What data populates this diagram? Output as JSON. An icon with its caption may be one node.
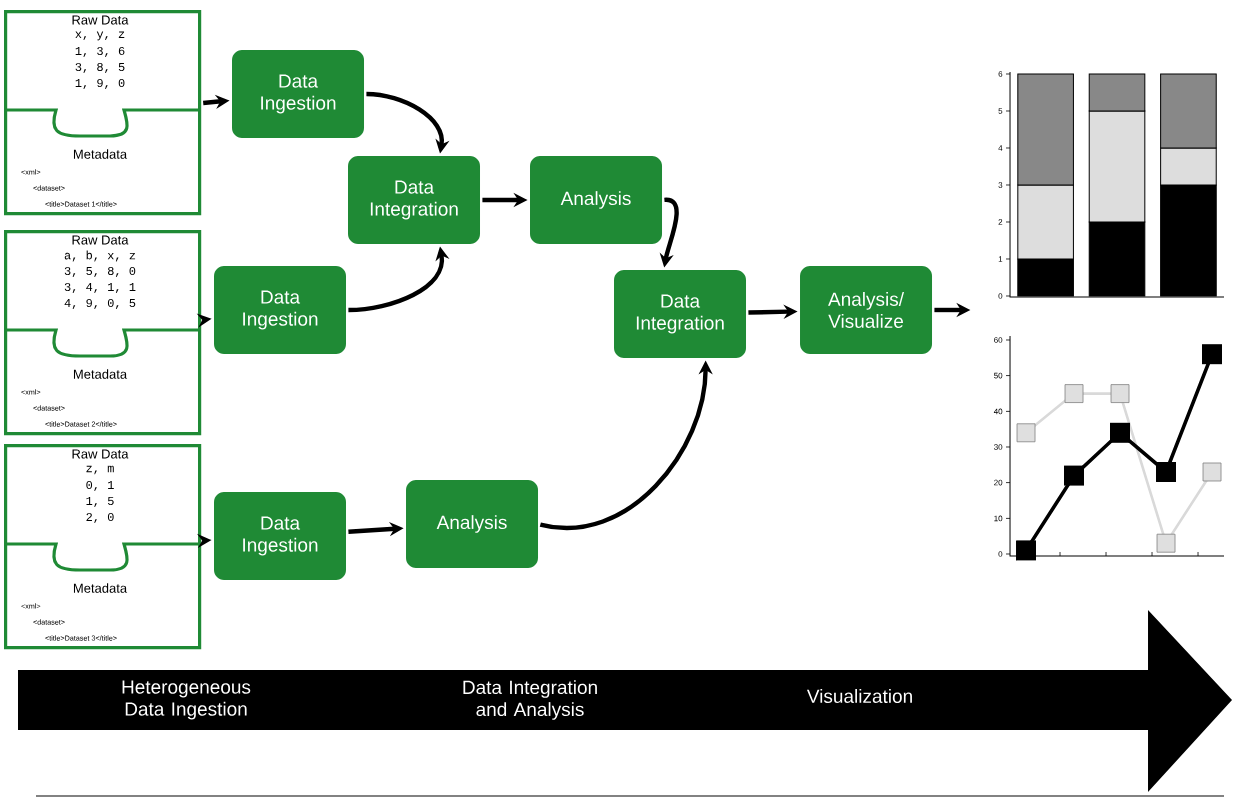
{
  "diagram": {
    "nodes": [
      {
        "text": [
          "Raw Data",
          "x, y, z",
          "1, 3, 6",
          "3, 8, 5",
          "1, 9, 0",
          "Metadata",
          "<xml>",
          "<dataset>",
          "<title>Dataset 1</title>"
        ]
      },
      {
        "text": [
          "Raw Data",
          "a, b, x, z",
          "3, 5, 8, 0",
          "3, 4, 1, 1",
          "4, 9, 0, 5",
          "Metadata",
          "<xml>",
          "<dataset>",
          "<title>Dataset 2</title>"
        ]
      },
      {
        "text": [
          "Raw Data",
          "z, m",
          "0, 1",
          "1, 5",
          "2, 0",
          "Metadata",
          "<xml>",
          "<dataset>",
          "<title>Dataset 3</title>"
        ]
      },
      {
        "text": [
          "Data Ingestion"
        ]
      },
      {
        "text": [
          "Data Integration"
        ]
      },
      {
        "text": [
          "Analysis"
        ]
      },
      {
        "text": [
          "Data Ingestion"
        ]
      },
      {
        "text": [
          "Data Integration"
        ]
      },
      {
        "text": [
          "Analysis/ Visualize"
        ]
      },
      {
        "text": [
          "Data Ingestion"
        ]
      },
      {
        "text": [
          "Analysis"
        ]
      }
    ],
    "edges": [
      {
        "from": 0,
        "to": 3,
        "arrow": "to"
      },
      {
        "from": 1,
        "to": 6,
        "arrow": "to"
      },
      {
        "from": 2,
        "to": 9,
        "arrow": "to"
      },
      {
        "from": 3,
        "to": 4,
        "arrow": "to"
      },
      {
        "from": 6,
        "to": 4,
        "arrow": "to"
      },
      {
        "from": 4,
        "to": 5,
        "arrow": "to"
      },
      {
        "from": 5,
        "to": 7,
        "arrow": "to"
      },
      {
        "from": 9,
        "to": 10,
        "arrow": "to"
      },
      {
        "from": 10,
        "to": 7,
        "arrow": "to"
      },
      {
        "from": 7,
        "to": 8,
        "arrow": "to"
      },
      {
        "from": 8,
        "to": null,
        "arrow": "to"
      }
    ],
    "labels": [
      "0",
      "10",
      "20",
      "30",
      "40",
      "50",
      "60",
      "Heterogeneous Data Ingestion",
      "Data Integration and Analysis",
      "Visualization"
    ],
    "chart_data": {
      "type": "bar",
      "stacked": true,
      "categories": [
        null,
        null,
        null
      ],
      "ylim": [
        0,
        6
      ],
      "yticks": [
        0,
        1,
        2,
        3,
        4,
        5,
        6
      ],
      "series": [
        {
          "color": "#000000",
          "values": [
            1,
            2,
            3
          ]
        },
        {
          "color": "#dddddd",
          "values": [
            2,
            3,
            1
          ]
        },
        {
          "color": "#888888",
          "values": [
            3,
            1,
            2
          ]
        }
      ]
    }
  }
}
